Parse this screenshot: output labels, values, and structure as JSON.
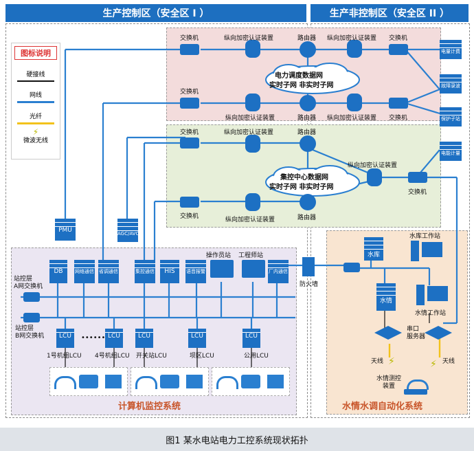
{
  "zones": {
    "control_title": "生产控制区（安全区 I ）",
    "noncontrol_title": "生产非控制区（安全区 II ）",
    "computer_monitoring": "计算机监控系统",
    "hydro_system": "水情水调自动化系统"
  },
  "legend": {
    "title": "图标说明",
    "items": [
      "硬接线",
      "网线",
      "光纤",
      "微波无线"
    ],
    "colors": {
      "hardwire": "#111111",
      "net": "#2a7fd0",
      "fiber": "#f2c21b",
      "wireless": "#cccc00"
    }
  },
  "network": {
    "realtime_cloud": [
      "电力调度数据网",
      "实时子网 非实时子网"
    ],
    "central_cloud": [
      "集控中心数据网",
      "实时子网 非实时子网"
    ],
    "switch": "交换机",
    "encryption": "纵向加密认证装置",
    "router": "路由器",
    "firewall": "防火墙"
  },
  "right_devices": [
    "电量计费",
    "故障录波",
    "保护子站",
    "电能计量"
  ],
  "station": {
    "pmu": "PMU",
    "agc": "AGC/AVC",
    "servers": [
      "DB",
      "网络通信",
      "省调通信",
      "集控通信",
      "HIS",
      "语音报警",
      "厂内通信"
    ],
    "operator": "操作员站",
    "engineer": "工程师站",
    "net_a": "站控层\nA网交换机",
    "net_b": "站控层\nB网交换机",
    "lcu": "LCU",
    "ellipsis": "••••••",
    "lcus": [
      "1号机组LCU",
      "4号机组LCU",
      "开关站LCU",
      "坝区LCU",
      "公用LCU"
    ]
  },
  "hydro": {
    "reservoir": "水库",
    "reservoir_ws": "水库工作站",
    "hydro": "水情",
    "hydro_ws": "水情工作站",
    "serial": "串口\n服务器",
    "antenna": "天线",
    "telemetry": "水情测控\n装置"
  },
  "caption": "图1 某水电站电力工控系统现状拓扑"
}
